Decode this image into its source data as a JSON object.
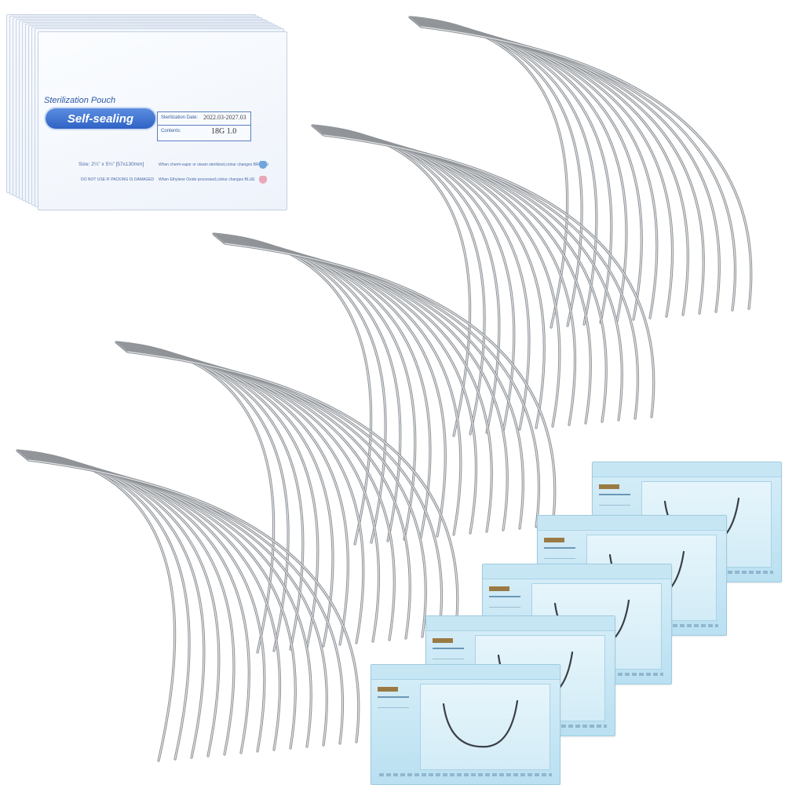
{
  "pouch": {
    "title": "Sterilization Pouch",
    "badge": "Self-sealing",
    "date_label": "Sterilization Date:",
    "date_value": "2022.03-2027.03",
    "contents_label": "Contents:",
    "contents_value": "18G 1.0",
    "size": "Size: 2¼\" x 5¼\" [57x130mm]",
    "steam_note": "When chemi-vapor or steam sterilized,colour changes BROWN",
    "eto_note": "When Ethylene Oxide processed,colour changes BLUE",
    "warning": "DO NOT USE IF PACKING IS DAMAGED"
  },
  "colors": {
    "needle": "#8f9397",
    "needle_highlight": "#e4e6e8",
    "packet_blue": "#b9e0f1",
    "suture": "#3a3f45"
  },
  "needle_group_count": 5,
  "needles_per_group": 13,
  "suture_packet_count": 5
}
